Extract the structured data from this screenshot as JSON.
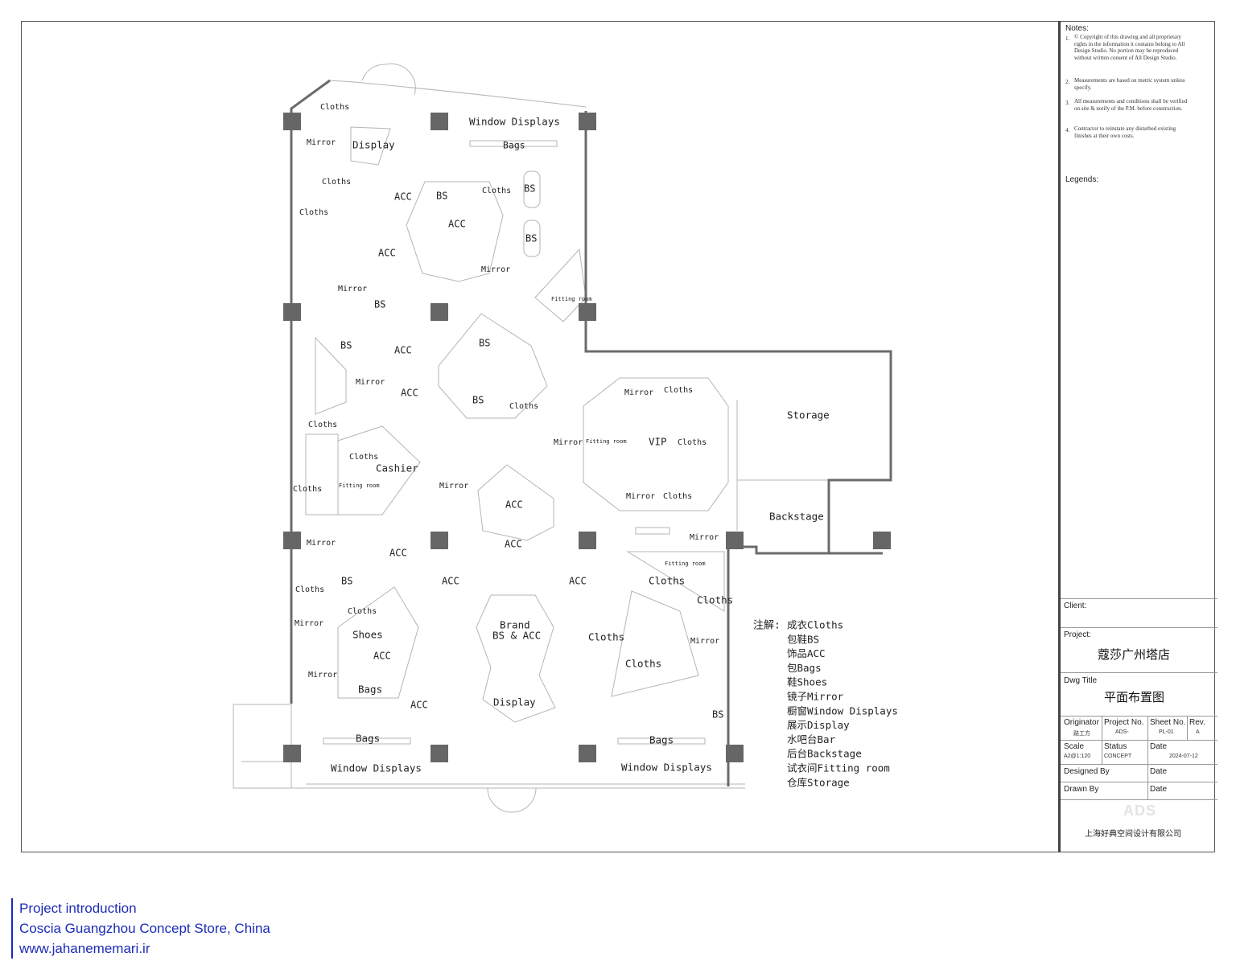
{
  "plan_labels": [
    {
      "t": "Cloths"
    },
    {
      "t": "Window Displays"
    },
    {
      "t": "Mirror"
    },
    {
      "t": "Display"
    },
    {
      "t": "Bags"
    },
    {
      "t": "Cloths"
    },
    {
      "t": "Cloths"
    },
    {
      "t": "ACC"
    },
    {
      "t": "BS"
    },
    {
      "t": "Cloths"
    },
    {
      "t": "BS"
    },
    {
      "t": "ACC"
    },
    {
      "t": "BS"
    },
    {
      "t": "ACC"
    },
    {
      "t": "Mirror"
    },
    {
      "t": "Mirror"
    },
    {
      "t": "BS"
    },
    {
      "t": "Fitting room"
    },
    {
      "t": "BS"
    },
    {
      "t": "ACC"
    },
    {
      "t": "BS"
    },
    {
      "t": "Mirror"
    },
    {
      "t": "ACC"
    },
    {
      "t": "BS"
    },
    {
      "t": "Cloths"
    },
    {
      "t": "Mirror"
    },
    {
      "t": "Cloths"
    },
    {
      "t": "Cloths"
    },
    {
      "t": "Storage"
    },
    {
      "t": "Mirror"
    },
    {
      "t": "Fitting room"
    },
    {
      "t": "VIP"
    },
    {
      "t": "Cloths"
    },
    {
      "t": "Cloths"
    },
    {
      "t": "Cashier"
    },
    {
      "t": "Fitting room"
    },
    {
      "t": "Mirror"
    },
    {
      "t": "Cloths"
    },
    {
      "t": "ACC"
    },
    {
      "t": "Mirror"
    },
    {
      "t": "Cloths"
    },
    {
      "t": "Backstage"
    },
    {
      "t": "ACC"
    },
    {
      "t": "Mirror"
    },
    {
      "t": "ACC"
    },
    {
      "t": "Mirror"
    },
    {
      "t": "Fitting room"
    },
    {
      "t": "BS"
    },
    {
      "t": "ACC"
    },
    {
      "t": "ACC"
    },
    {
      "t": "Cloths"
    },
    {
      "t": "Cloths"
    },
    {
      "t": "Cloths"
    },
    {
      "t": "Cloths"
    },
    {
      "t": "Brand"
    },
    {
      "t": "BS & ACC"
    },
    {
      "t": "Mirror"
    },
    {
      "t": "Shoes"
    },
    {
      "t": "Cloths"
    },
    {
      "t": "Mirror"
    },
    {
      "t": "Cloths"
    },
    {
      "t": "ACC"
    },
    {
      "t": "Mirror"
    },
    {
      "t": "Bags"
    },
    {
      "t": "Display"
    },
    {
      "t": "ACC"
    },
    {
      "t": "BS"
    },
    {
      "t": "Bags"
    },
    {
      "t": "Bags"
    },
    {
      "t": "Window Displays"
    },
    {
      "t": "Window Displays"
    }
  ],
  "legend": {
    "title": "注解:",
    "items": [
      "成衣Cloths",
      "包鞋BS",
      "饰品ACC",
      "包Bags",
      "鞋Shoes",
      "镜子Mirror",
      "橱窗Window Displays",
      "展示Display",
      "水吧台Bar",
      "后台Backstage",
      "试衣间Fitting room",
      "仓库Storage"
    ]
  },
  "title_block": {
    "notes_label": "Notes:",
    "notes": [
      {
        "num": "1.",
        "text": "© Copyright of this drawing and all proprietary rights in the information it contains belong to All Design Studio. No portion may be reproduced without written consent of All Design Studio."
      },
      {
        "num": "2.",
        "text": "Measurements are based on metric system unless specify."
      },
      {
        "num": "3.",
        "text": "All measurements and conditions shall be verified on site & notify of the P.M. before construction."
      },
      {
        "num": "4.",
        "text": "Contractor to reinstate any disturbed existing finishes at their own costs."
      }
    ],
    "legends_label": "Legends:",
    "client_label": "Client:",
    "project_label": "Project:",
    "project_name": "蔻莎广州塔店",
    "dwg_title_label": "Dwg Title",
    "dwg_title": "平面布置图",
    "originator_label": "Originator",
    "originator": "路工方",
    "project_no_label": "Project No.",
    "project_no": "ADS-",
    "sheet_no_label": "Sheet No.",
    "sheet_no": "PL-01",
    "rev_label": "Rev.",
    "rev": "A",
    "scale_label": "Scale",
    "scale": "A2@1:120",
    "status_label": "Status",
    "status": "CONCEPT",
    "date_label": "Date",
    "date": "2024-07-12",
    "designed_by_label": "Designed By",
    "designed_date_label": "Date",
    "drawn_by_label": "Drawn By",
    "drawn_date_label": "Date",
    "watermark": "ADS",
    "company": "上海好典空间设计有限公司"
  },
  "footer": {
    "line1": "Project introduction",
    "line2": "Coscia Guangzhou Concept Store, China",
    "line3": "www.jahanememari.ir"
  },
  "colors": {
    "wall": "#6b6b6b",
    "column": "#666666",
    "fixture": "#b5b5b5",
    "footer_text": "#1c2bb8"
  }
}
